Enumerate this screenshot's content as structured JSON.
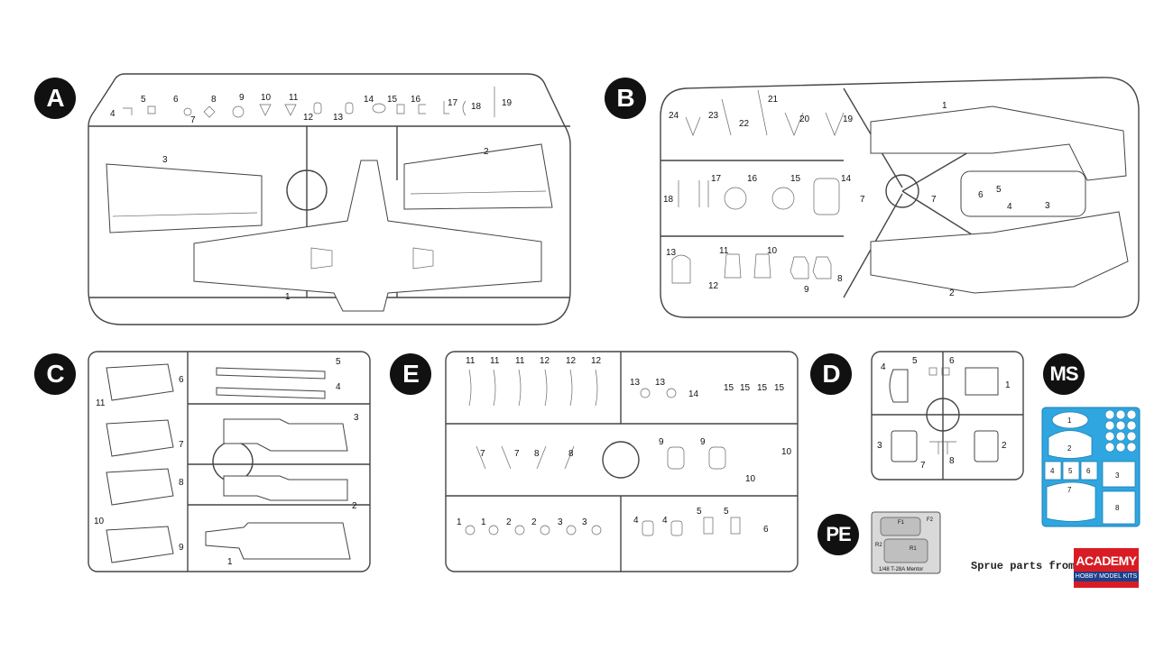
{
  "sprues": {
    "A": {
      "label": "A",
      "parts": [
        "1",
        "3",
        "2",
        "4",
        "5",
        "6",
        "7",
        "8",
        "9",
        "10",
        "11",
        "12",
        "13",
        "14",
        "15",
        "16",
        "17",
        "18",
        "19"
      ]
    },
    "B": {
      "label": "B",
      "parts": [
        "1",
        "2",
        "3",
        "4",
        "5",
        "6",
        "7",
        "7",
        "8",
        "9",
        "10",
        "11",
        "12",
        "13",
        "14",
        "15",
        "16",
        "17",
        "18",
        "19",
        "20",
        "21",
        "22",
        "23",
        "24"
      ]
    },
    "C": {
      "label": "C",
      "parts": [
        "1",
        "2",
        "3",
        "4",
        "5",
        "6",
        "7",
        "8",
        "9",
        "10",
        "11"
      ]
    },
    "E": {
      "label": "E",
      "parts": [
        "11",
        "11",
        "11",
        "12",
        "12",
        "12",
        "13",
        "13",
        "14",
        "15",
        "15",
        "15",
        "15",
        "7",
        "7",
        "8",
        "8",
        "9",
        "9",
        "10",
        "10",
        "1",
        "1",
        "2",
        "2",
        "3",
        "3",
        "4",
        "4",
        "5",
        "5",
        "6"
      ]
    },
    "D": {
      "label": "D",
      "parts": [
        "1",
        "2",
        "3",
        "4",
        "5",
        "6",
        "7",
        "8"
      ]
    },
    "MS": {
      "label": "MS",
      "parts": [
        "1",
        "2",
        "3",
        "4",
        "5",
        "6",
        "7",
        "8"
      ]
    },
    "PE": {
      "label": "PE",
      "parts": [
        "F1",
        "F2",
        "R1",
        "R2"
      ],
      "caption": "1/48 T-28A Mentor"
    }
  },
  "footer": {
    "text": "Sprue parts from",
    "brand": "ACADEMY",
    "brand_sub": "HOBBY MODEL KITS"
  },
  "colors": {
    "mask_blue": "#2fa6e0",
    "academy_red": "#d91c24",
    "academy_blue": "#1c3f8a",
    "badge": "#111111"
  }
}
